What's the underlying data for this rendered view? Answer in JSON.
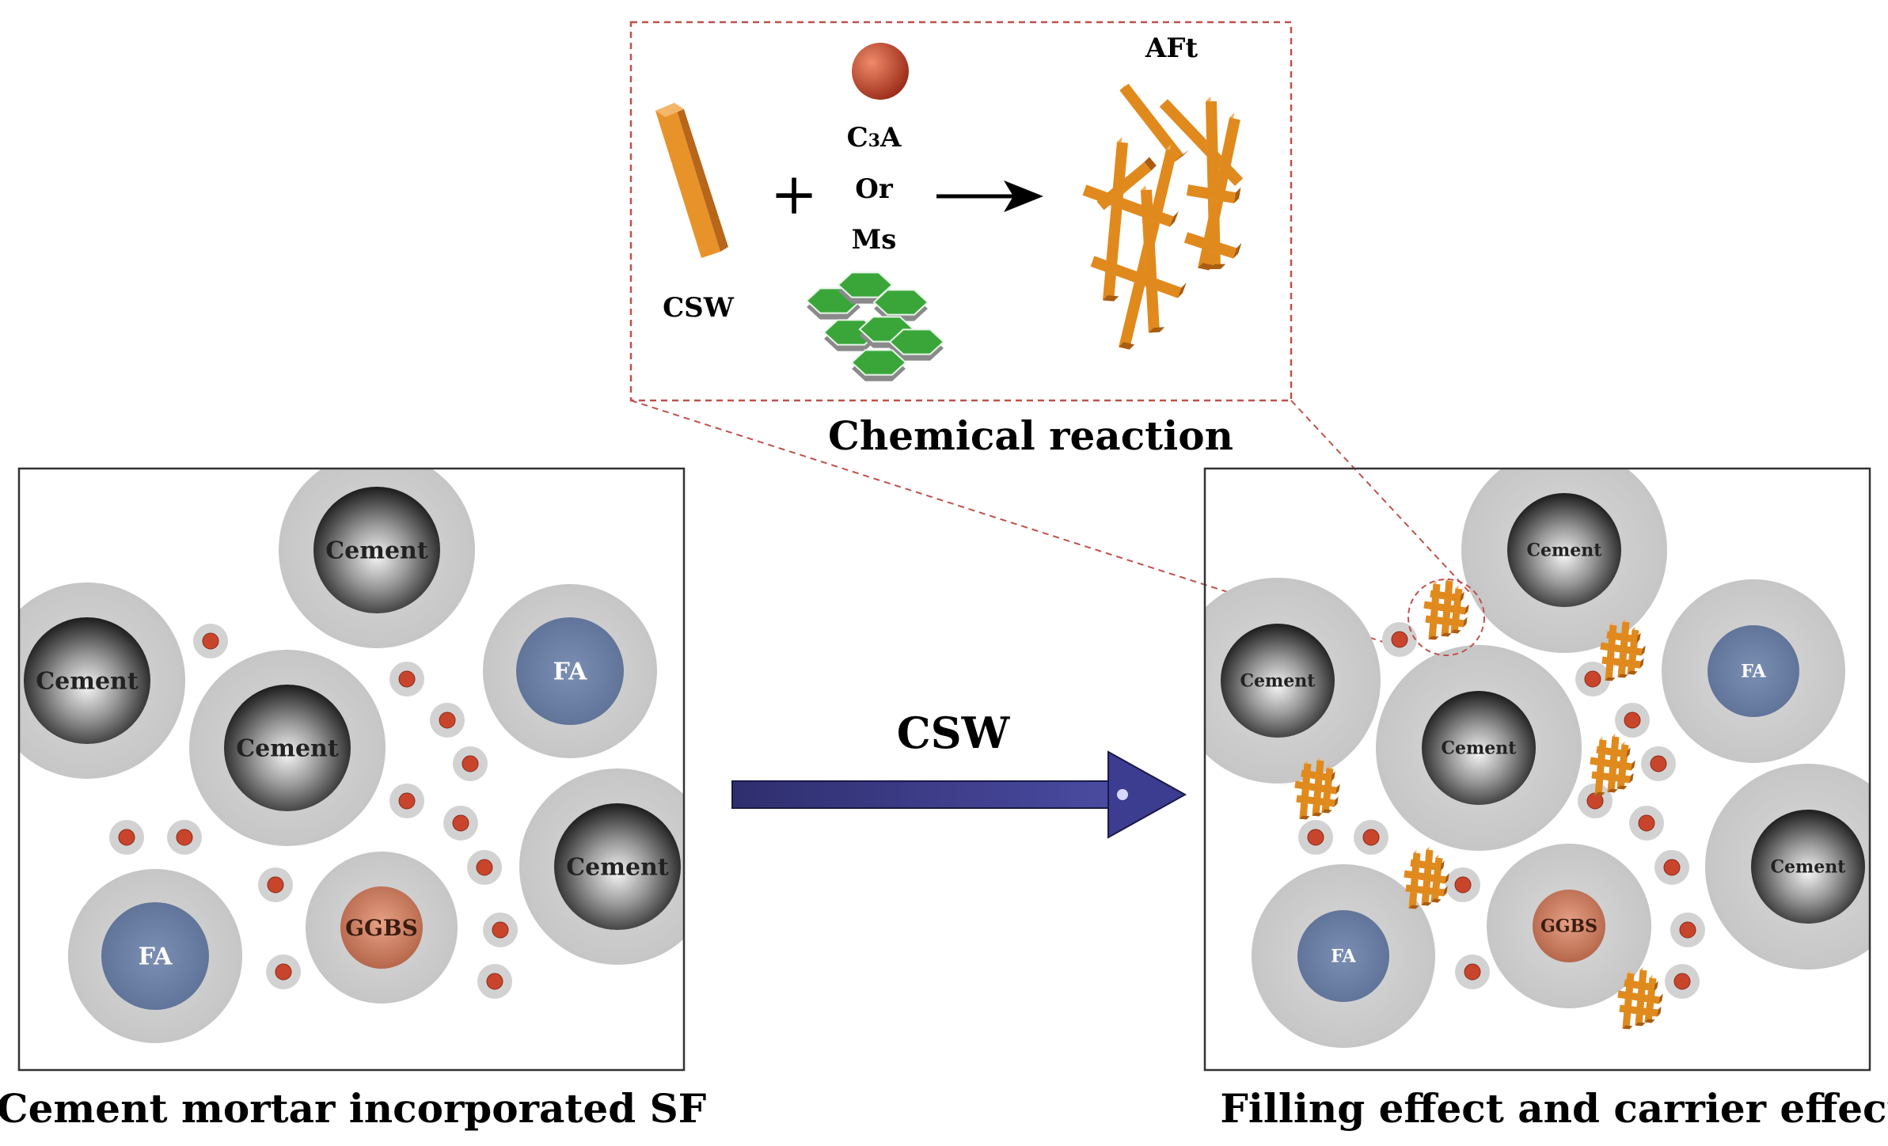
{
  "reaction": {
    "csw_label": "CSW",
    "plus": "+",
    "c3a_label_main": "C",
    "c3a_label_sub": "3",
    "c3a_label_end": "A",
    "or_label": "Or",
    "ms_label": "Ms",
    "aft_label": "AFt",
    "caption": "Chemical reaction"
  },
  "transition": {
    "label": "CSW"
  },
  "left_panel": {
    "caption": "Cement mortar incorporated SF",
    "labels": {
      "cement": "Cement",
      "fa": "FA",
      "ggbs": "GGBS"
    }
  },
  "right_panel": {
    "caption": "Filling effect and carrier effect",
    "labels": {
      "cement": "Cement",
      "fa": "FA",
      "ggbs": "GGBS"
    }
  },
  "colors": {
    "halo": "#cfcfcf",
    "cement_core": "#3a3a3a",
    "fa_core": "#6f83a6",
    "ggbs_core": "#c9785c",
    "sf_particle": "#c8452c",
    "whisker": "#e08a1e",
    "ms_plate": "#3aa63a",
    "arrow_fill": "#3c3c86",
    "dashed": "#c0504d"
  }
}
